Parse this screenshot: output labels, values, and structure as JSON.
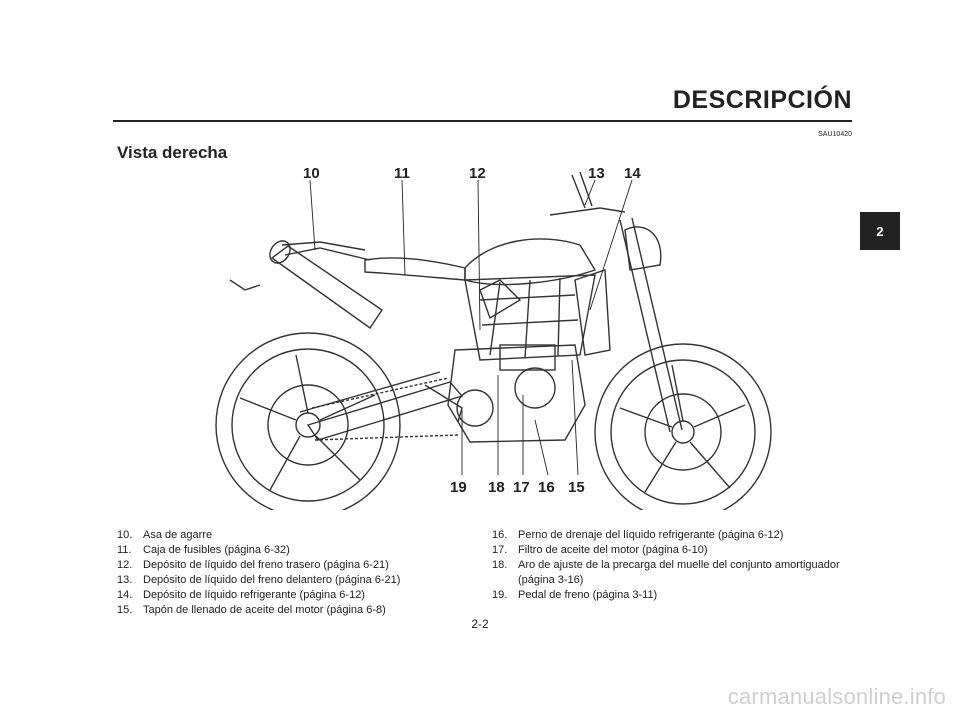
{
  "header": {
    "title": "DESCRIPCIÓN",
    "code": "SAU10420"
  },
  "section": {
    "title": "Vista derecha"
  },
  "chapter_tab": "2",
  "callouts": [
    "10",
    "11",
    "12",
    "13",
    "14",
    "15",
    "16",
    "17",
    "18",
    "19"
  ],
  "legend_left": [
    {
      "num": "10.",
      "text": "Asa de agarre"
    },
    {
      "num": "11.",
      "text": "Caja de fusibles (página 6-32)"
    },
    {
      "num": "12.",
      "text": "Depósito de líquido del freno trasero (página 6-21)"
    },
    {
      "num": "13.",
      "text": "Depósito de líquido del freno delantero (página 6-21)"
    },
    {
      "num": "14.",
      "text": "Depósito de líquido refrigerante (página 6-12)"
    },
    {
      "num": "15.",
      "text": "Tapón de llenado de aceite del motor (página 6-8)"
    }
  ],
  "legend_right": [
    {
      "num": "16.",
      "text": "Perno de drenaje del líquido refrigerante (página 6-12)"
    },
    {
      "num": "17.",
      "text": "Filtro de aceite del motor (página 6-10)"
    },
    {
      "num": "18.",
      "text": "Aro de ajuste de la precarga del muelle del conjunto amortiguador (página 3-16)"
    },
    {
      "num": "19.",
      "text": "Pedal de freno (página 3-11)"
    }
  ],
  "page_number": "2-2",
  "watermark": "carmanualsonline.info"
}
